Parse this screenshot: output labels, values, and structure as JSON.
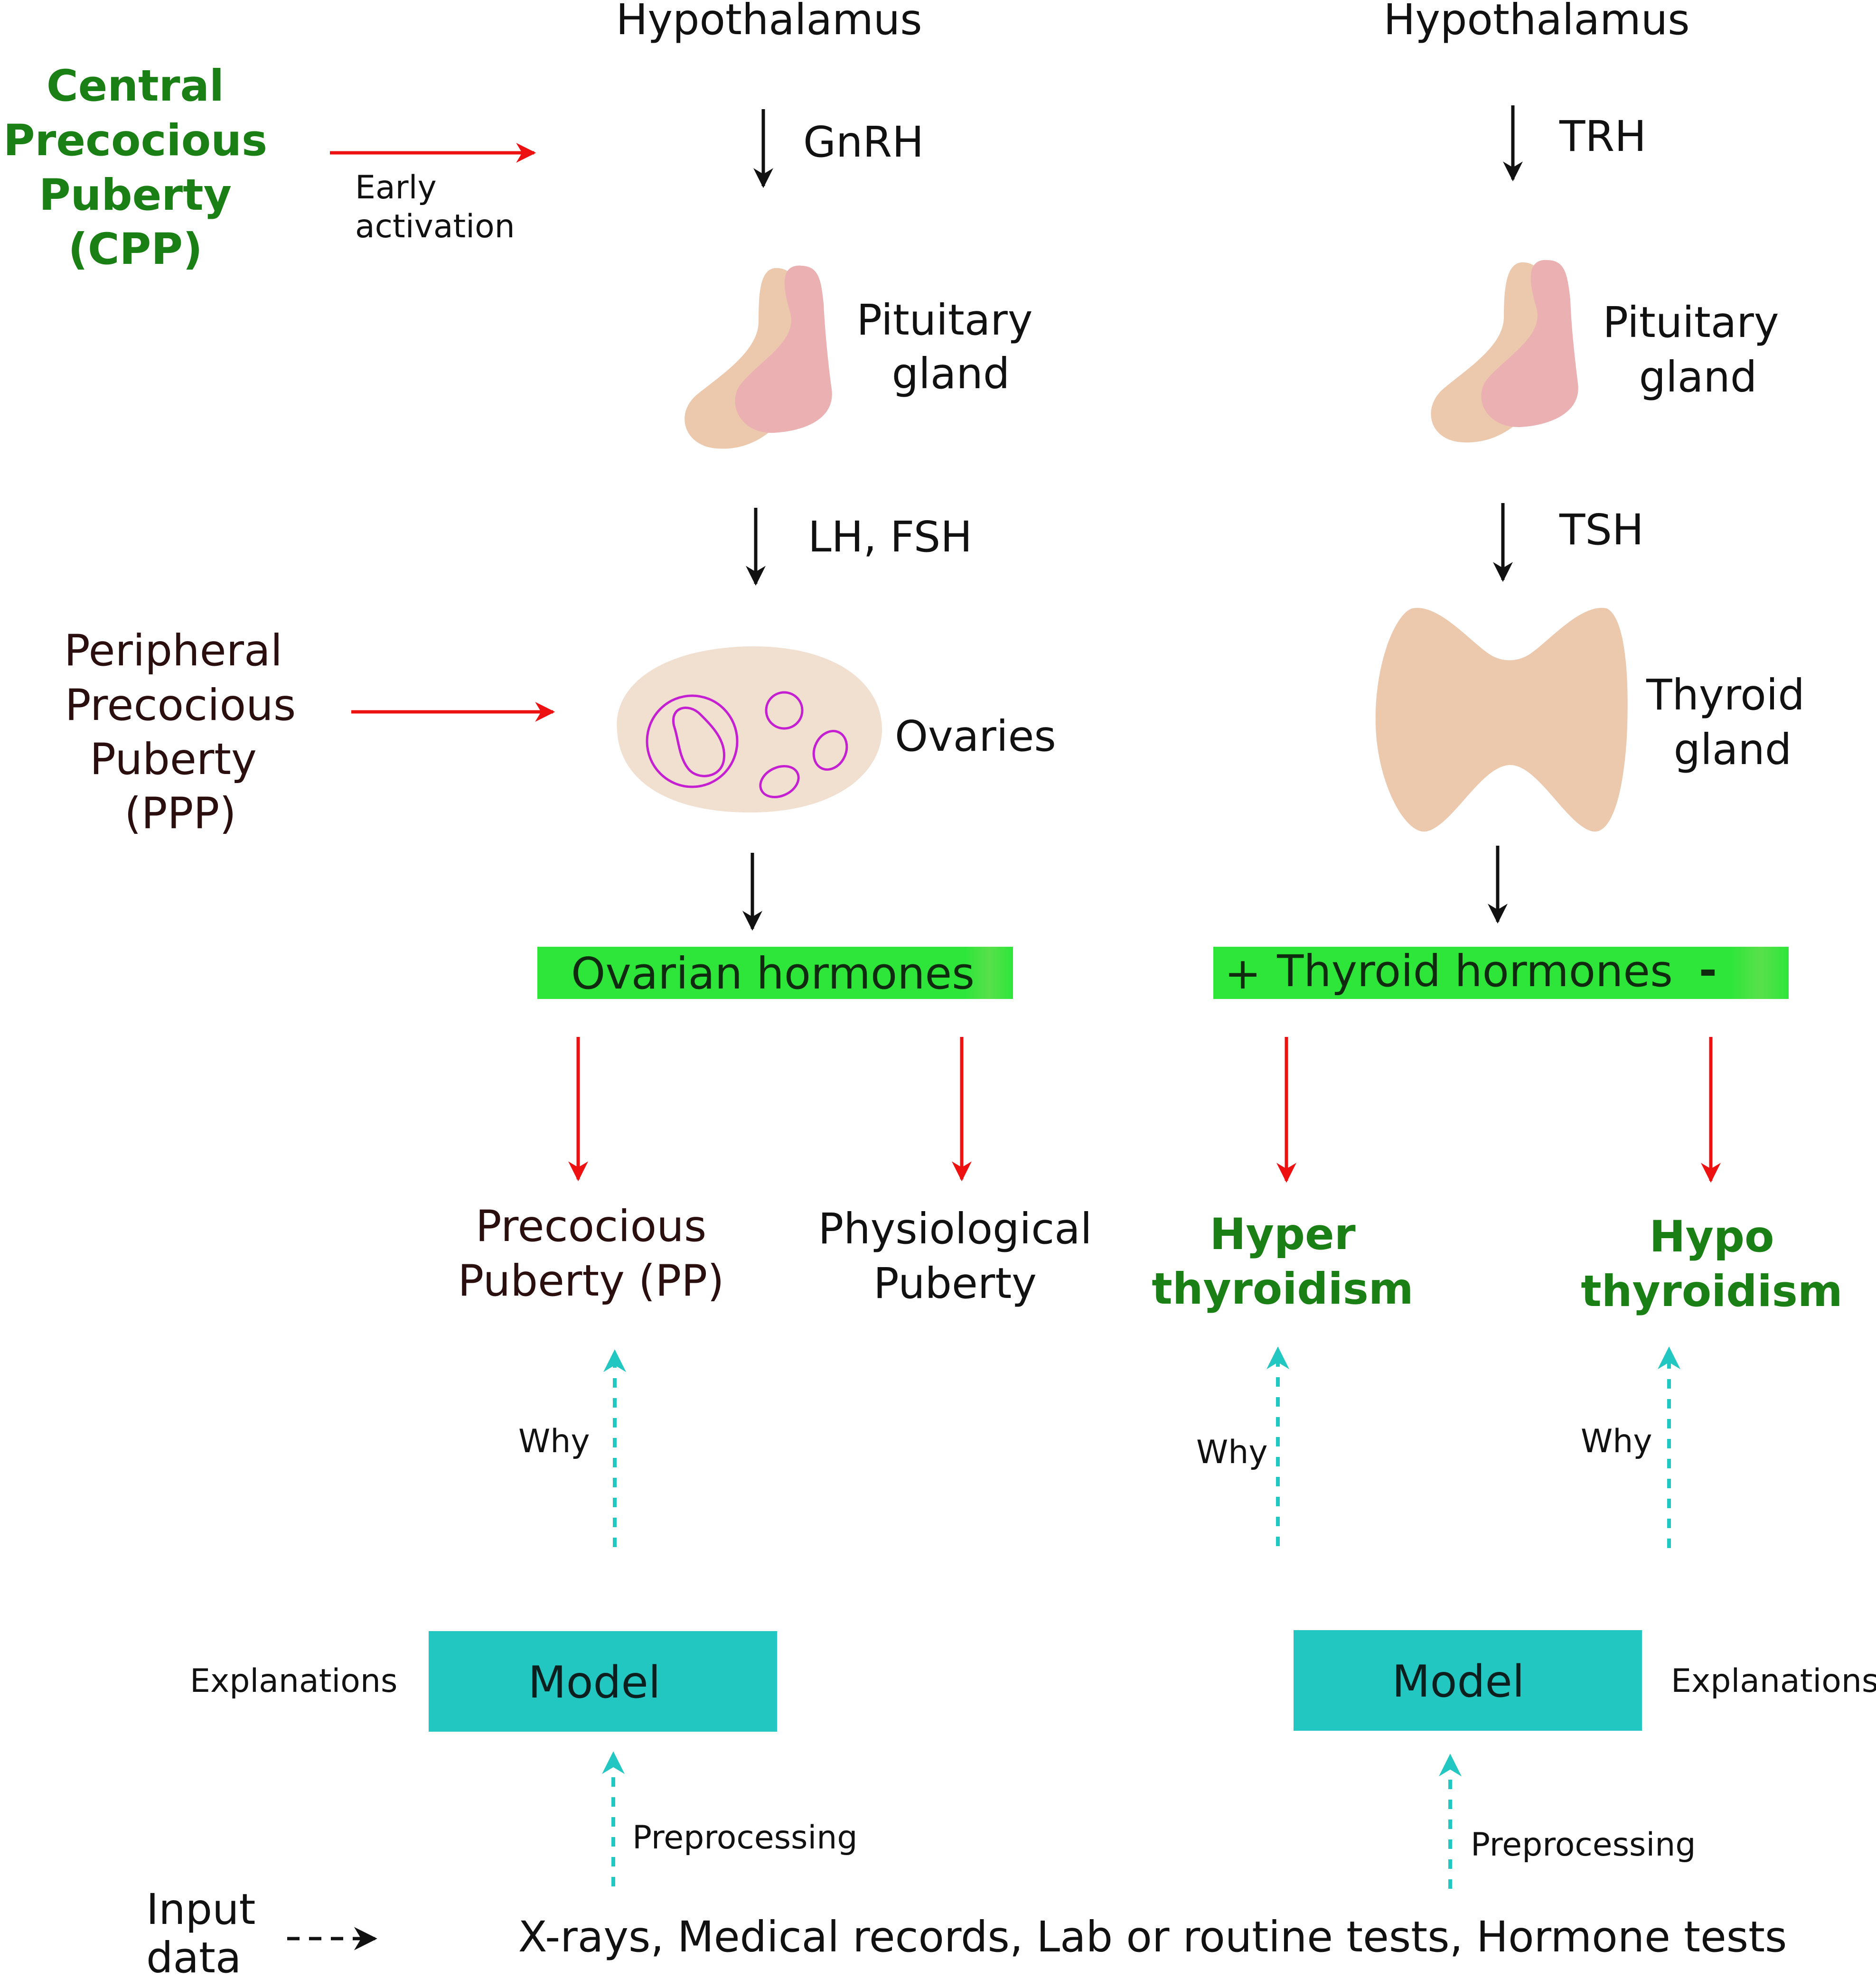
{
  "colors": {
    "black_arrow": "#111111",
    "red_arrow": "#ee1111",
    "teal": "#22c7c1",
    "green_bar": "#2ee63a",
    "green_text": "#1a7f14",
    "brown_text": "#2b0f0f",
    "gland_light": "#ecc8ad",
    "gland_pink": "#eab0b2",
    "ovary_body": "#f1dfd0",
    "ovary_outline": "#c41fd0"
  },
  "left": {
    "hypothalamus": "Hypothalamus",
    "hormone1": "GnRH",
    "pituitary_line1": "Pituitary",
    "pituitary_line2": "gland",
    "hormone2": "LH, FSH",
    "target": "Ovaries",
    "bar_label": "Ovarian hormones",
    "outcome1_line1": "Precocious",
    "outcome1_line2": "Puberty (PP)",
    "outcome2_line1": "Physiological",
    "outcome2_line2": "Puberty",
    "why": "Why",
    "model": "Model",
    "explanations": "Explanations",
    "preprocessing": "Preprocessing"
  },
  "right": {
    "hypothalamus": "Hypothalamus",
    "hormone1": "TRH",
    "pituitary_line1": "Pituitary",
    "pituitary_line2": "gland",
    "hormone2": "TSH",
    "target_line1": "Thyroid",
    "target_line2": "gland",
    "bar_plus": "+",
    "bar_label": "Thyroid hormones",
    "bar_minus": "-",
    "outcome1_line1": "Hyper",
    "outcome1_line2": "thyroidism",
    "outcome2_line1": "Hypo",
    "outcome2_line2": "thyroidism",
    "why1": "Why",
    "why2": "Why",
    "model": "Model",
    "explanations": "Explanations",
    "preprocessing": "Preprocessing"
  },
  "cpp": {
    "line1": "Central",
    "line2": "Precocious",
    "line3": "Puberty",
    "line4": "(CPP)",
    "arrow_label_line1": "Early",
    "arrow_label_line2": "activation"
  },
  "ppp": {
    "line1": "Peripheral",
    "line2": "Precocious",
    "line3": "Puberty",
    "line4": "(PPP)"
  },
  "input": {
    "label_line1": "Input",
    "label_line2": "data",
    "sources": "X-rays, Medical records, Lab or routine tests, Hormone tests"
  }
}
